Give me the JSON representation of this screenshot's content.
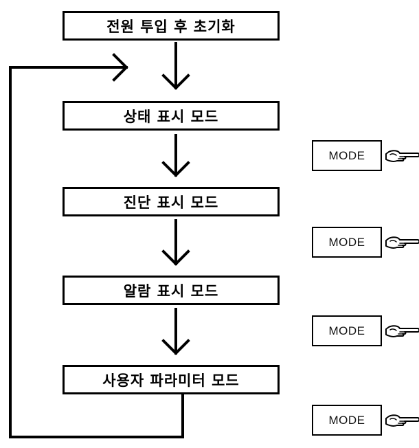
{
  "steps": [
    "전원 투입 후 초기화",
    "상태 표시 모드",
    "진단 표시 모드",
    "알람 표시 모드",
    "사용자 파라미터 모드"
  ],
  "mode_keys": [
    "MODE",
    "MODE",
    "MODE",
    "MODE"
  ],
  "icons": {
    "down_arrow": "down-arrow-icon",
    "right_arrow": "right-arrow-icon",
    "pointing_hand": "pointing-hand-icon"
  },
  "colors": {
    "line": "#000000",
    "box_border": "#000000",
    "background": "#ffffff"
  }
}
